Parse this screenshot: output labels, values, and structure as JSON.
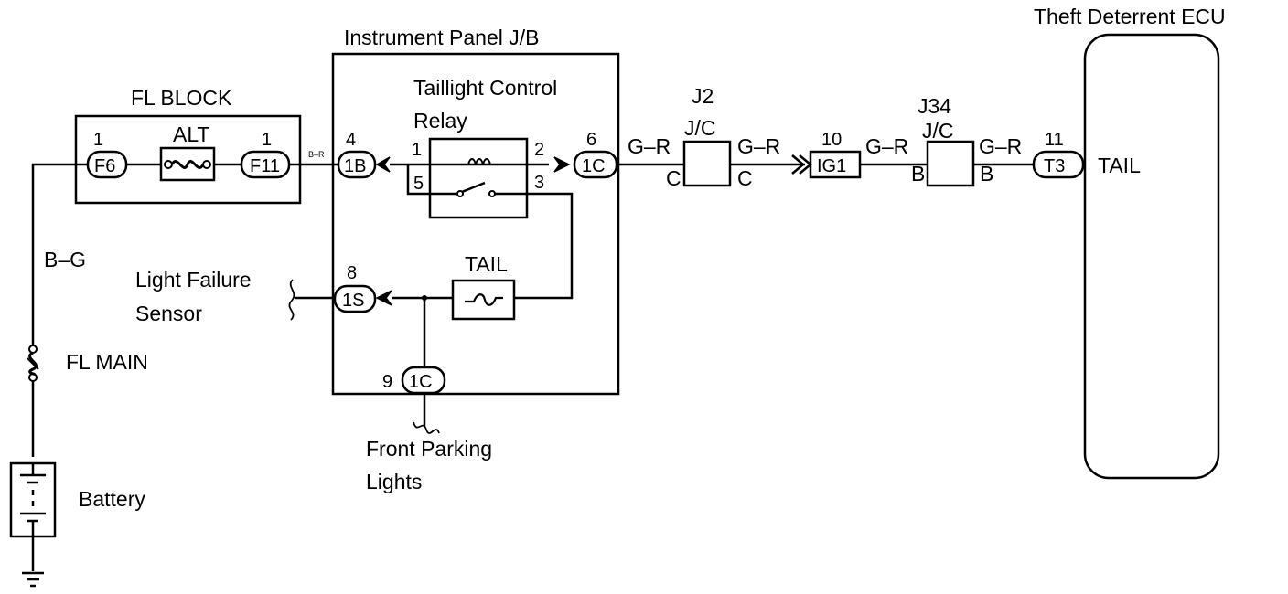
{
  "colors": {
    "ink": "#000000",
    "background": "#ffffff"
  },
  "labels": {
    "theft_ecu": "Theft Deterrent ECU",
    "ip_jb": "Instrument Panel J/B",
    "fl_block": "FL BLOCK",
    "relay_line1": "Taillight Control",
    "relay_line2": "Relay",
    "alt": "ALT",
    "tail_fuse": "TAIL",
    "ecu_tail": "TAIL",
    "light_failure_1": "Light Failure",
    "light_failure_2": "Sensor",
    "fl_main": "FL MAIN",
    "battery": "Battery",
    "front_parking_1": "Front Parking",
    "front_parking_2": "Lights",
    "j2": "J2",
    "j2_jc": "J/C",
    "j34": "J34",
    "j34_jc": "J/C"
  },
  "wires": {
    "bg": "B–G",
    "br": "B–R",
    "gr1": "G–R",
    "gr2": "G–R",
    "gr3": "G–R",
    "gr4": "G–R"
  },
  "connectors": {
    "f6": {
      "pin": "1",
      "code": "F6"
    },
    "f11": {
      "pin": "1",
      "code": "F11"
    },
    "b1": {
      "pin": "4",
      "code": "1B"
    },
    "c1": {
      "pin": "6",
      "code": "1C"
    },
    "s1": {
      "pin": "8",
      "code": "1S"
    },
    "c9": {
      "pin": "9",
      "code": "1C"
    },
    "ig1": {
      "pin": "10",
      "code": "IG1"
    },
    "t3": {
      "pin": "11",
      "code": "T3"
    }
  },
  "relay_pins": {
    "p1": "1",
    "p2": "2",
    "p3": "3",
    "p5": "5"
  },
  "jc_pins": {
    "j2_left": "C",
    "j2_right": "C",
    "j34_left": "B",
    "j34_right": "B"
  }
}
